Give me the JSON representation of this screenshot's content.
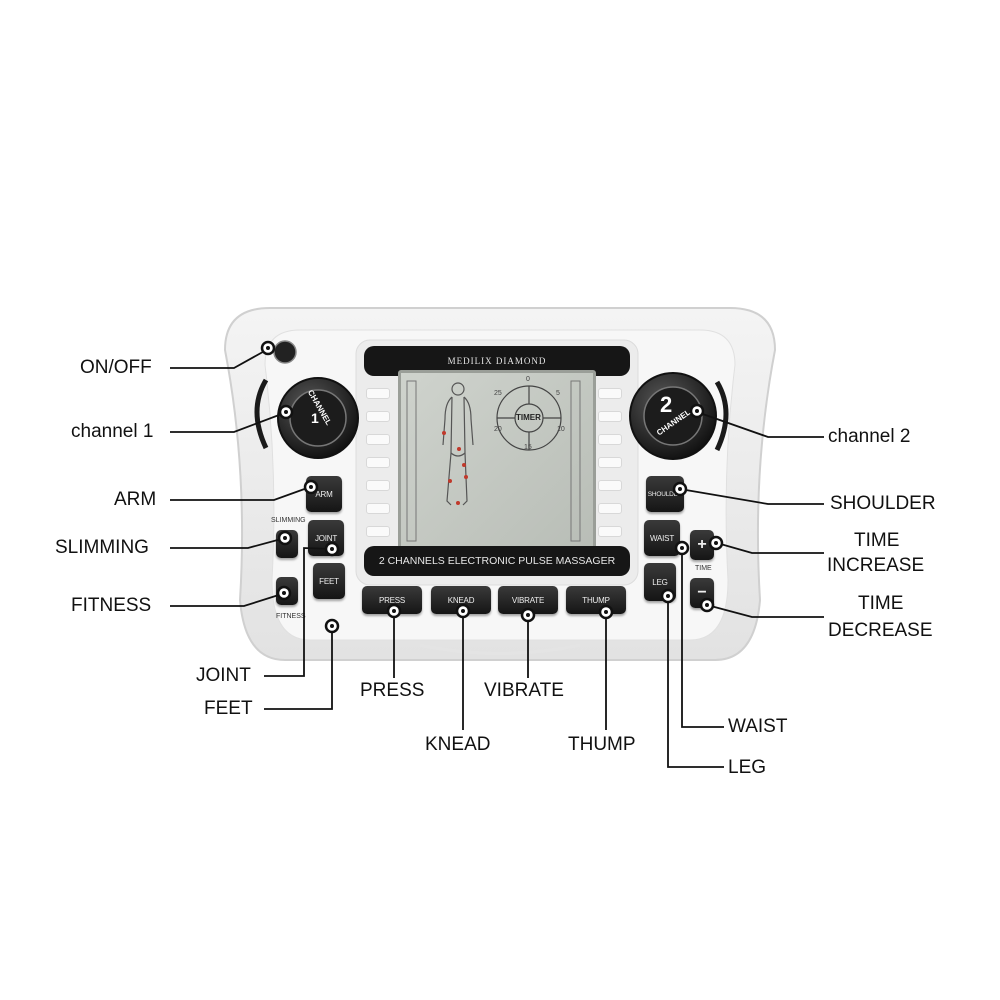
{
  "device": {
    "brand": "MEDILIX DIAMOND",
    "bottom_banner": "2 CHANNELS ELECTRONIC PULSE MASSAGER",
    "knob1_label": "CHANNEL",
    "knob1_number": "1",
    "knob2_label": "CHANNEL",
    "knob2_number": "2",
    "timer": {
      "label": "TIMER",
      "marks": [
        "0",
        "5",
        "10",
        "15",
        "20",
        "25"
      ]
    },
    "buttons": {
      "arm": "ARM",
      "joint": "JOINT",
      "feet": "FEET",
      "slimming_caption": "SLIMMING",
      "fitness_caption": "FITNESS",
      "press": "PRESS",
      "knead": "KNEAD",
      "vibrate": "VIBRATE",
      "thump": "THUMP",
      "shoulder": "SHOULDER",
      "waist": "WAIST",
      "leg": "LEG",
      "plus": "+",
      "minus": "−",
      "time_caption": "TIME"
    }
  },
  "callouts": {
    "on_off": "ON/OFF",
    "channel1": "channel 1",
    "channel2": "channel 2",
    "arm": "ARM",
    "slimming": "SLIMMING",
    "fitness": "FITNESS",
    "joint": "JOINT",
    "feet": "FEET",
    "press": "PRESS",
    "knead": "KNEAD",
    "vibrate": "VIBRATE",
    "thump": "THUMP",
    "shoulder": "SHOULDER",
    "time_increase_1": "TIME",
    "time_increase_2": "INCREASE",
    "time_decrease_1": "TIME",
    "time_decrease_2": "DECREASE",
    "waist": "WAIST",
    "leg": "LEG"
  }
}
